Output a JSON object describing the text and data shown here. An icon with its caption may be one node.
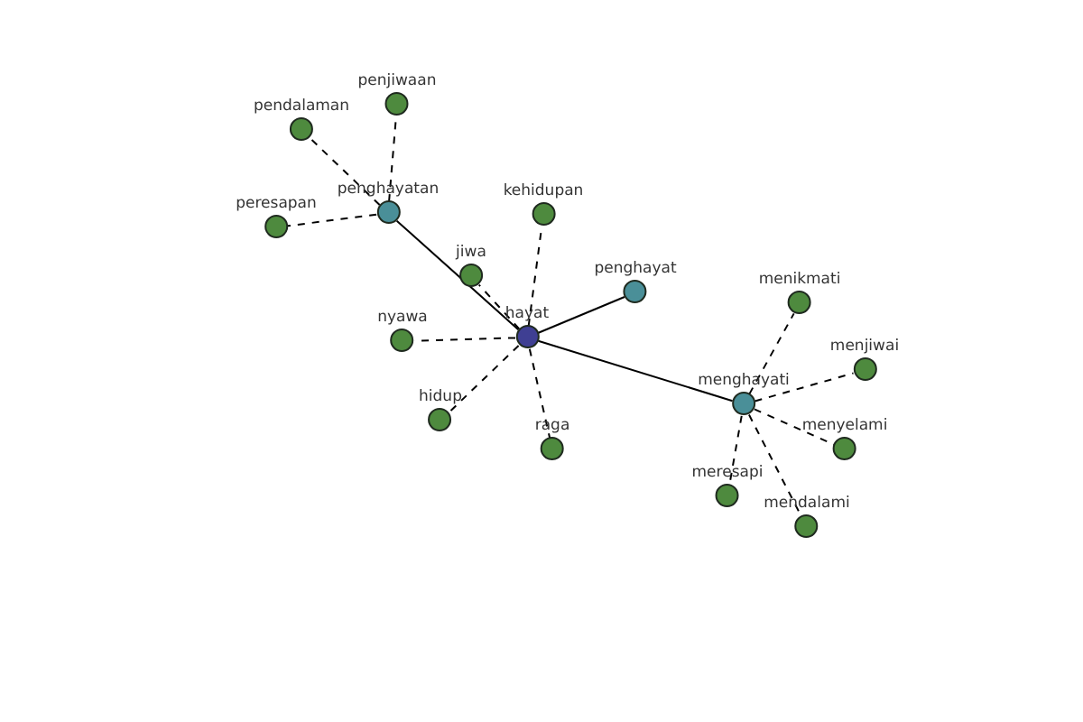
{
  "diagram": {
    "nodes": [
      {
        "text": [
          "hayat"
        ]
      },
      {
        "text": [
          "penghayatan"
        ]
      },
      {
        "text": [
          "penjiwaan"
        ]
      },
      {
        "text": [
          "pendalaman"
        ]
      },
      {
        "text": [
          "peresapan"
        ]
      },
      {
        "text": [
          "kehidupan"
        ]
      },
      {
        "text": [
          "jiwa"
        ]
      },
      {
        "text": [
          "penghayat"
        ]
      },
      {
        "text": [
          "nyawa"
        ]
      },
      {
        "text": [
          "hidup"
        ]
      },
      {
        "text": [
          "raga"
        ]
      },
      {
        "text": [
          "menghayati"
        ]
      },
      {
        "text": [
          "menikmati"
        ]
      },
      {
        "text": [
          "menjiwai"
        ]
      },
      {
        "text": [
          "menyelami"
        ]
      },
      {
        "text": [
          "meresapi"
        ]
      },
      {
        "text": [
          "mendalami"
        ]
      }
    ],
    "edges": [
      {
        "from": 0,
        "to": 1,
        "arrow": "none"
      },
      {
        "from": 0,
        "to": 7,
        "arrow": "none"
      },
      {
        "from": 0,
        "to": 11,
        "arrow": "none"
      },
      {
        "from": 1,
        "to": 2,
        "arrow": "none",
        "style": "dashed"
      },
      {
        "from": 1,
        "to": 3,
        "arrow": "none",
        "style": "dashed"
      },
      {
        "from": 1,
        "to": 4,
        "arrow": "none",
        "style": "dashed"
      },
      {
        "from": 0,
        "to": 5,
        "arrow": "none",
        "style": "dashed"
      },
      {
        "from": 0,
        "to": 6,
        "arrow": "none",
        "style": "dashed"
      },
      {
        "from": 0,
        "to": 8,
        "arrow": "none",
        "style": "dashed"
      },
      {
        "from": 0,
        "to": 9,
        "arrow": "none",
        "style": "dashed"
      },
      {
        "from": 0,
        "to": 10,
        "arrow": "none",
        "style": "dashed"
      },
      {
        "from": 11,
        "to": 12,
        "arrow": "none",
        "style": "dashed"
      },
      {
        "from": 11,
        "to": 13,
        "arrow": "none",
        "style": "dashed"
      },
      {
        "from": 11,
        "to": 14,
        "arrow": "none",
        "style": "dashed"
      },
      {
        "from": 11,
        "to": 15,
        "arrow": "none",
        "style": "dashed"
      },
      {
        "from": 11,
        "to": 16,
        "arrow": "none",
        "style": "dashed"
      }
    ]
  }
}
